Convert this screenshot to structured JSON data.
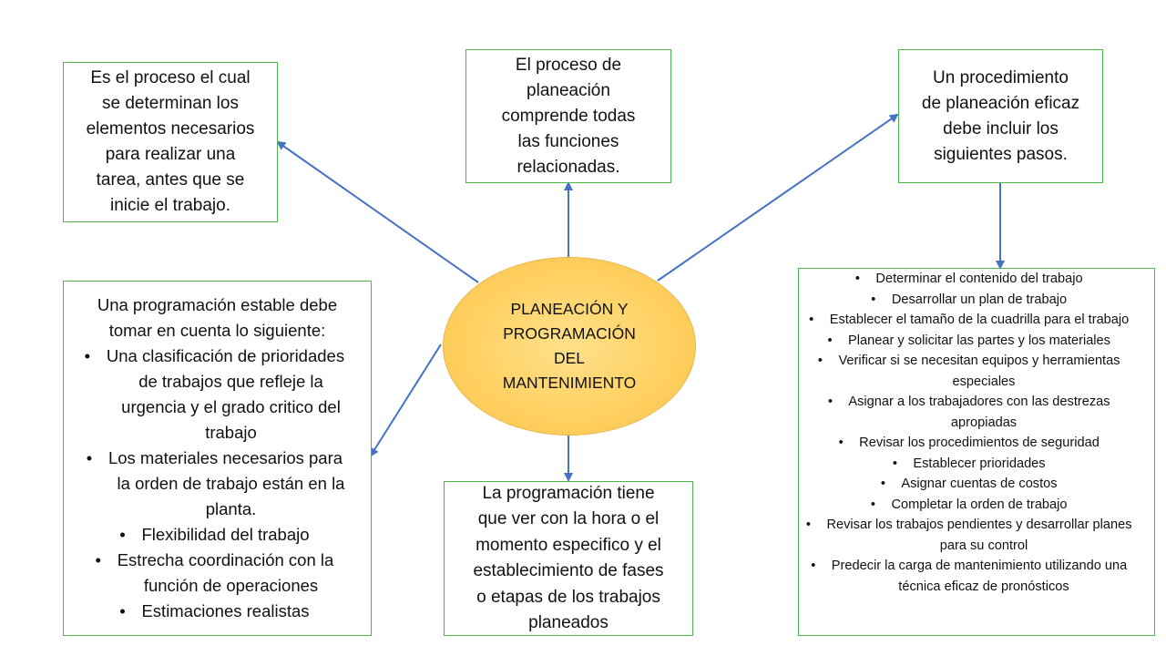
{
  "center": {
    "lines": [
      "PLANEACIÓN Y",
      "PROGRAMACIÓN",
      "DEL",
      "MANTENIMIENTO"
    ]
  },
  "boxes": {
    "left_top": {
      "lines": [
        "Es el proceso el cual",
        "se determinan los",
        "elementos necesarios",
        "para realizar una",
        "tarea, antes que se",
        "inicie el trabajo."
      ]
    },
    "top_center": {
      "lines": [
        "El proceso de",
        "planeación",
        "comprende  todas",
        "las funciones",
        "relacionadas."
      ]
    },
    "right_top": {
      "lines": [
        "Un procedimiento",
        "de planeación eficaz",
        "debe incluir los",
        "siguientes pasos."
      ]
    },
    "left_bottom": {
      "intro": [
        "Una programación estable debe",
        "tomar en cuenta lo siguiente:"
      ],
      "items": [
        "Una clasificación de prioridades de trabajos que refleje la urgencia y el grado critico del trabajo",
        "Los materiales necesarios para la orden de trabajo están en la planta.",
        "Flexibilidad del trabajo",
        "Estrecha coordinación con la función de operaciones",
        "Estimaciones realistas"
      ]
    },
    "bottom_center": {
      "lines": [
        "La programación  tiene",
        "que ver con la hora o el",
        "momento especifico y el",
        "establecimiento de fases",
        "o etapas de los trabajos",
        "planeados"
      ]
    },
    "right_bottom": {
      "items": [
        "Determinar el contenido del trabajo",
        "Desarrollar un plan de trabajo",
        "Establecer el tamaño de la cuadrilla para el trabajo",
        "Planear y solicitar las partes y los materiales",
        "Verificar si se necesitan equipos y herramientas especiales",
        "Asignar a los trabajadores con las destrezas apropiadas",
        "Revisar los procedimientos de seguridad",
        "Establecer prioridades",
        "Asignar cuentas de costos",
        "Completar la orden de trabajo",
        "Revisar los trabajos pendientes y desarrollar planes para su control",
        "Predecir la carga de mantenimiento utilizando una técnica eficaz de pronósticos"
      ]
    }
  },
  "bullet_glyph": "•",
  "colors": {
    "box_border": "#4cb648",
    "arrow": "#4472c4",
    "center_fill": "#ffd966"
  }
}
